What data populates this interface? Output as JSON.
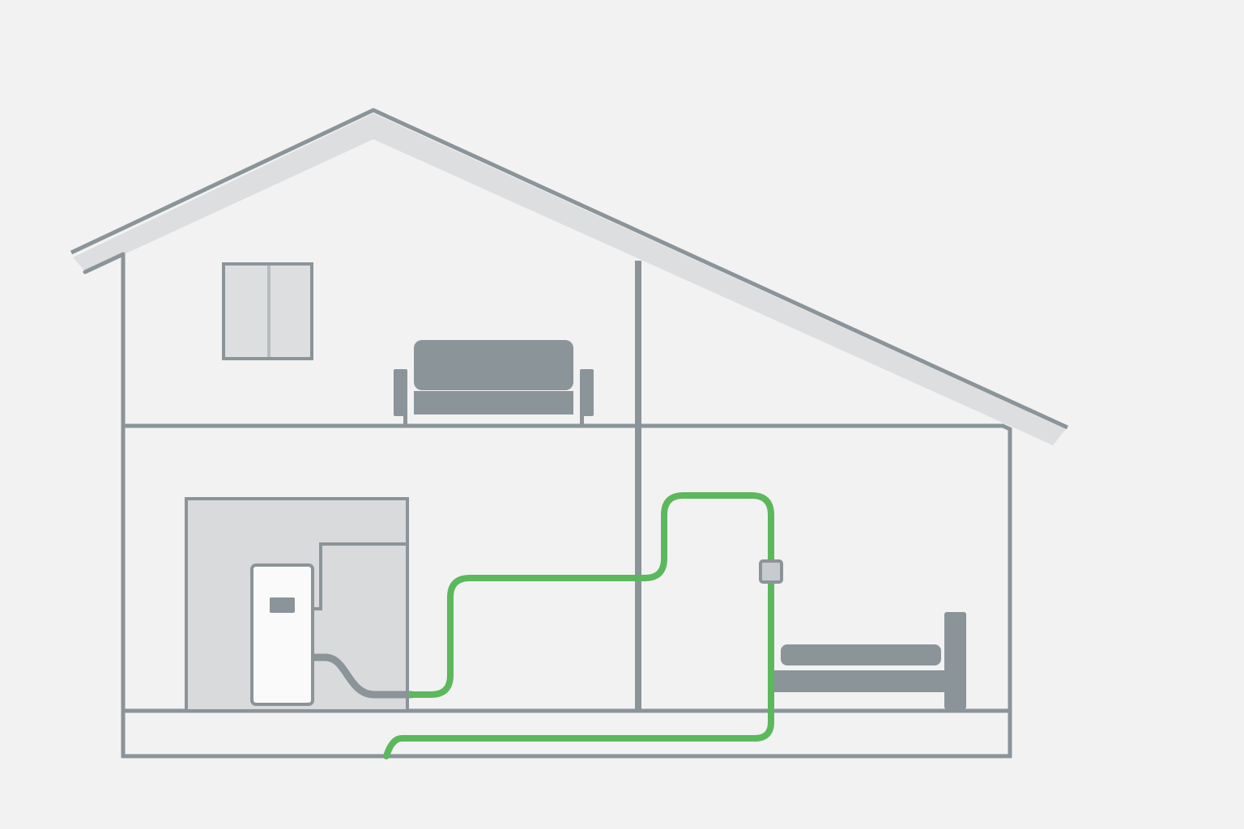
{
  "colors": {
    "background": "#f2f2f2",
    "structure": "#8b9499",
    "roof_fill": "#dcdee0",
    "utility_room": "#d9dadb",
    "appliance": "#fafafa",
    "pipe_active": "#5cb85c",
    "window_glass": "#dcdee0"
  },
  "elements": {
    "house": "house-cross-section",
    "roof": "pitched-roof",
    "window": "window",
    "sofa": "sofa",
    "bed": "bed",
    "utility_room": "utility-room",
    "appliance": "heat-pump-unit",
    "valve": "inline-valve",
    "pipe": "green-supply-pipe"
  }
}
